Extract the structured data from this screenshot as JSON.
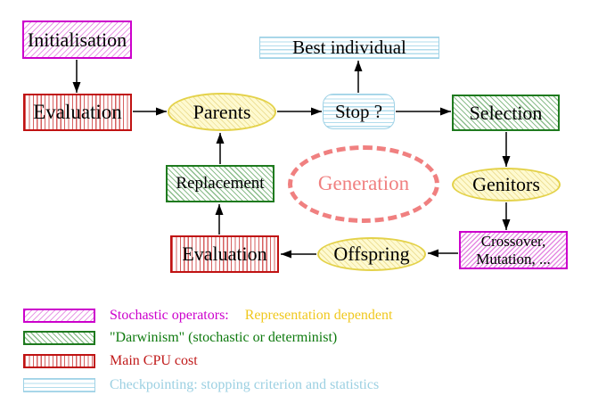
{
  "diagram": {
    "title": "Evolutionary algorithm generation loop",
    "nodes": {
      "initialisation": {
        "label": "Initialisation",
        "style": "magenta-hatch"
      },
      "evaluation_top": {
        "label": "Evaluation",
        "style": "red-stripes"
      },
      "best_individual": {
        "label": "Best individual",
        "style": "cyan-stripes"
      },
      "parents": {
        "label": "Parents",
        "style": "yellow-ellipse"
      },
      "stop": {
        "label": "Stop ?",
        "style": "cyan-stripes-rounded"
      },
      "selection": {
        "label": "Selection",
        "style": "green-hatch"
      },
      "genitors": {
        "label": "Genitors",
        "style": "yellow-ellipse"
      },
      "replacement": {
        "label": "Replacement",
        "style": "green-hatch"
      },
      "generation": {
        "label": "Generation",
        "style": "salmon-dashed-ellipse"
      },
      "crossover_mutation": {
        "line1": "Crossover,",
        "line2": "Mutation, ...",
        "style": "magenta-hatch"
      },
      "offspring": {
        "label": "Offspring",
        "style": "yellow-ellipse"
      },
      "evaluation_bottom": {
        "label": "Evaluation",
        "style": "red-stripes"
      }
    },
    "edges": [
      {
        "from": "initialisation",
        "to": "evaluation_top"
      },
      {
        "from": "evaluation_top",
        "to": "parents"
      },
      {
        "from": "parents",
        "to": "stop"
      },
      {
        "from": "stop",
        "to": "best_individual"
      },
      {
        "from": "stop",
        "to": "selection"
      },
      {
        "from": "selection",
        "to": "genitors"
      },
      {
        "from": "genitors",
        "to": "crossover_mutation"
      },
      {
        "from": "crossover_mutation",
        "to": "offspring"
      },
      {
        "from": "offspring",
        "to": "evaluation_bottom"
      },
      {
        "from": "evaluation_bottom",
        "to": "replacement"
      },
      {
        "from": "replacement",
        "to": "parents"
      }
    ],
    "legend": {
      "items": [
        {
          "swatch": "magenta-hatch",
          "text": "Stochastic operators:",
          "text2": "Representation dependent",
          "text_color": "#cc00cc",
          "text2_color": "#f0c81e"
        },
        {
          "swatch": "green-hatch",
          "text": "\"Darwinism\" (stochastic or determinist)",
          "text_color": "#0e7a0e"
        },
        {
          "swatch": "red-stripes",
          "text": "Main CPU cost",
          "text_color": "#c01a1a"
        },
        {
          "swatch": "cyan-stripes",
          "text": "Checkpointing: stopping criterion and statistics",
          "text_color": "#9cd0e2"
        }
      ]
    },
    "colors": {
      "magenta_border": "#cc00cc",
      "red_border": "#c01212",
      "green_border": "#1e7a1e",
      "cyan_border": "#9fd2e6",
      "yellow_border": "#e4d24a",
      "salmon": "#f08080",
      "arrow": "#000000",
      "background": "#ffffff"
    }
  }
}
